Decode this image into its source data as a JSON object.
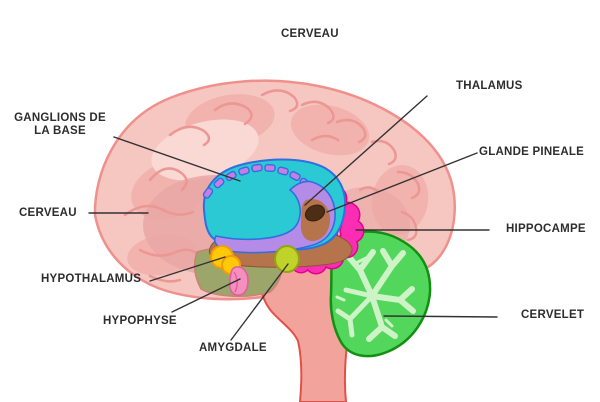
{
  "title": "CERVEAU",
  "labels": {
    "title_top": "CERVEAU",
    "ganglions": "GANGLIONS DE LA BASE",
    "thalamus": "THALAMUS",
    "glande_pineale": "GLANDE PINEALE",
    "cerveau_left": "CERVEAU",
    "hippocampe": "HIPPOCAMPE",
    "hypothalamus": "HYPOTHALAMUS",
    "cervelet": "CERVELET",
    "hypophyse": "HYPOPHYSE",
    "amygdale": "AMYGDALE"
  },
  "colors": {
    "cortex": "#F6C6C1",
    "cortex_outline": "#F0908D",
    "cortex_blotch": "#F2B2AD",
    "cortex_light": "#FAD8D4",
    "cortex_inner_deep": "#E9A6A4",
    "gyri": "#EC9793",
    "basal_ganglia_region": "#2BC9D4",
    "structure_outline_blue": "#2F6FE0",
    "caudate_dash": "#C77EE3",
    "thalamus": "#B48CE8",
    "temporal_brown": "#B5744B",
    "brown_outline": "#8E5433",
    "pineal": "#4E2D15",
    "hippocampus": "#FB2DB3",
    "hippocampus_outline": "#E20090",
    "hypothalamus": "#FFC90A",
    "hypothalamus_outline": "#F59B05",
    "pituitary": "#F48FBE",
    "pituitary_outline": "#E05E9E",
    "amygdala": "#BFD32B",
    "amygdala_outline": "#93A313",
    "midbrain_olive": "#9CA56A",
    "midbrain_outline": "#CE8173",
    "brainstem": "#F2A49C",
    "brainstem_outline": "#E25048",
    "cerebellum": "#53D65C",
    "cerebellum_outline": "#129012",
    "cerebellum_pattern": "#CDF3C6",
    "leader_line": "#333333",
    "label_text": "#2D2D2D"
  }
}
